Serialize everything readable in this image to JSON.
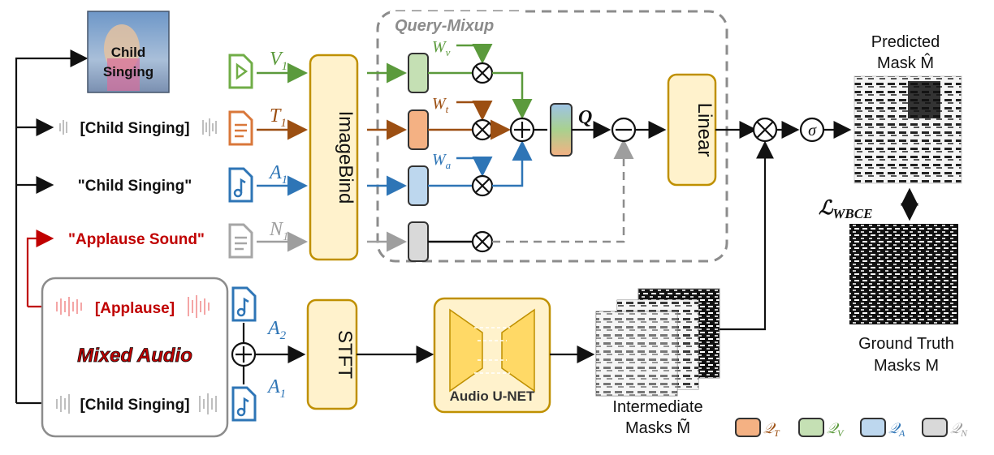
{
  "query_mixup": {
    "title": "Query-Mixup"
  },
  "inputs": {
    "image_caption": "Child\nSinging",
    "audio_child": "[Child Singing]",
    "text_child": "\"Child Singing\"",
    "text_applause": "\"Applause Sound\"",
    "audio_applause": "[Applause]",
    "mixed_audio": "Mixed Audio",
    "audio_child_bottom": "[Child Singing]"
  },
  "modality_labels": {
    "v1": "V1",
    "t1": "T1",
    "a1": "A1",
    "n1": "N1",
    "a2": "A2",
    "a1_bottom": "A1"
  },
  "weights": {
    "wv": "Wv",
    "wt": "Wt",
    "wa": "Wa"
  },
  "blocks": {
    "imagebind": "ImageBind",
    "linear": "Linear",
    "stft": "STFT",
    "unet": "Audio U-NET",
    "query": "Q",
    "sigma": "σ"
  },
  "outputs": {
    "predicted_mask_line1": "Predicted",
    "predicted_mask_line2": "Mask M̂",
    "loss": "ℒWBCE",
    "gt_line1": "Ground Truth",
    "gt_line2": "Masks M",
    "intermediate_line1": "Intermediate",
    "intermediate_line2": "Masks M̃"
  },
  "legend": [
    {
      "label": "QT",
      "color": "#f4b183"
    },
    {
      "label": "QV",
      "color": "#c5e0b4"
    },
    {
      "label": "QA",
      "color": "#bdd7ee"
    },
    {
      "label": "QN",
      "color": "#d9d9d9"
    }
  ],
  "colors": {
    "video": "#5b9a3c",
    "text": "#b5651d",
    "audio": "#2e75b6",
    "noise": "#9e9e9e",
    "negative": "#c00000",
    "block_fill": "#fff2cc",
    "block_stroke": "#bf9000"
  }
}
